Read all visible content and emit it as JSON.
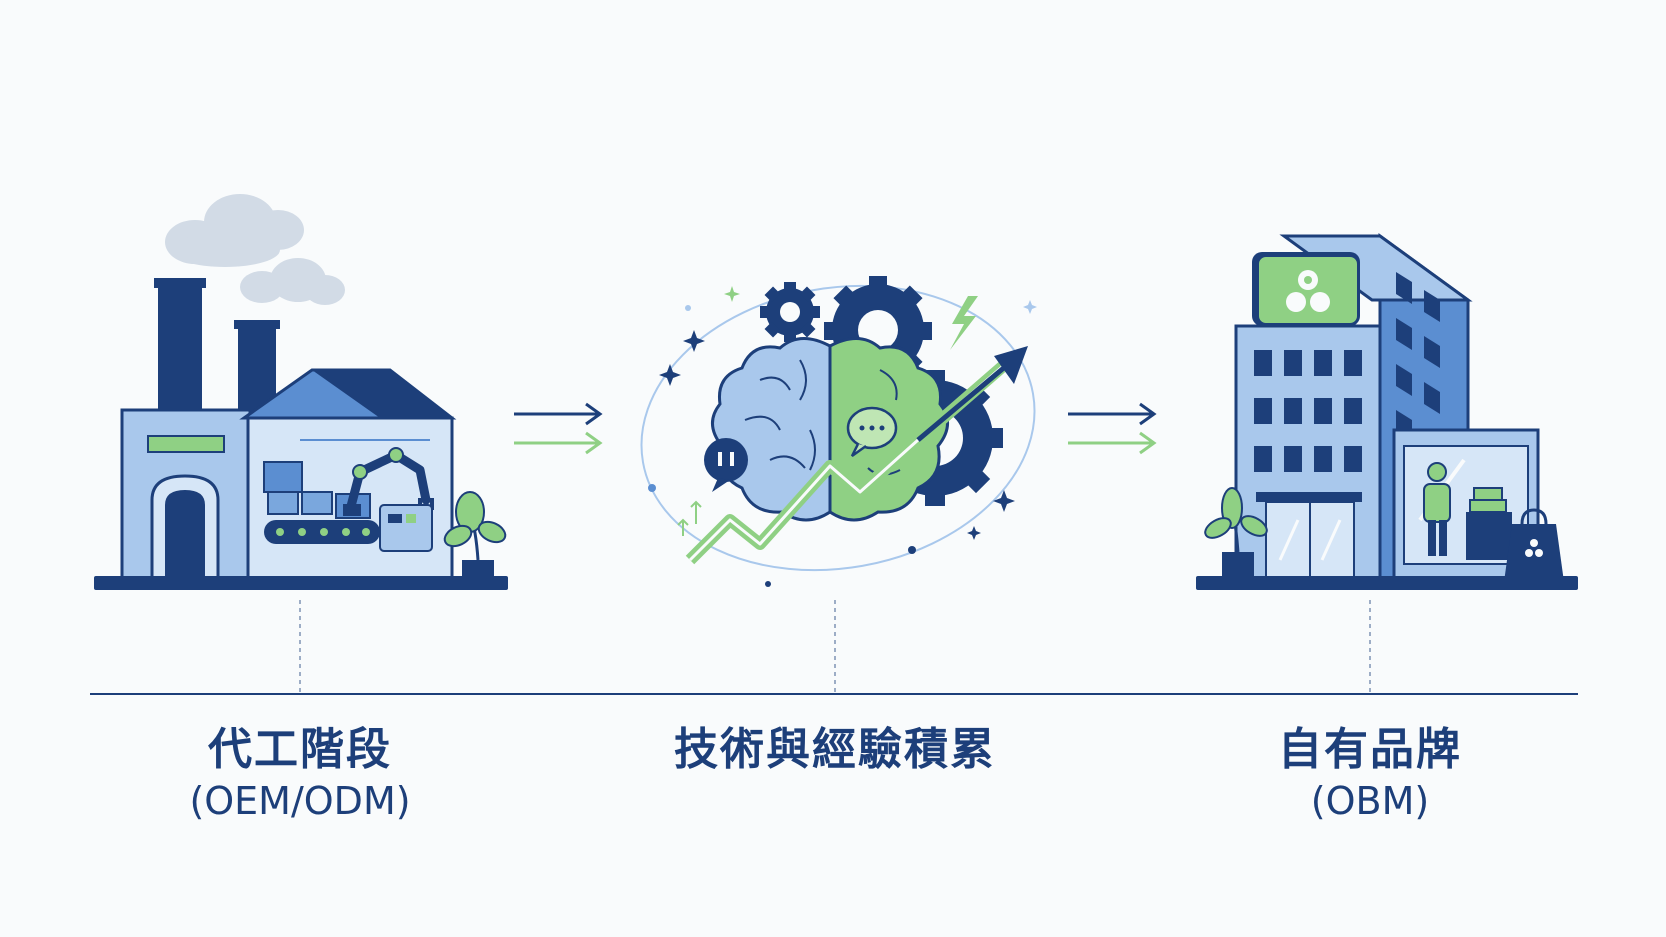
{
  "colors": {
    "navy": "#1d3f7a",
    "mid_blue": "#5b8ed1",
    "light_blue": "#a9c8ec",
    "pale_blue": "#d6e6f7",
    "green": "#8fd084",
    "light_green": "#bfe6b4",
    "background": "#f9fbfc"
  },
  "stages": [
    {
      "title": "代工階段",
      "subtitle": "(OEM/ODM)",
      "icon": "factory-icon"
    },
    {
      "title": "技術與經驗積累",
      "subtitle": "",
      "icon": "brain-gears-icon"
    },
    {
      "title": "自有品牌",
      "subtitle": "(OBM)",
      "icon": "brand-building-icon"
    }
  ],
  "connectors": [
    "double-arrow-icon",
    "double-arrow-icon"
  ]
}
